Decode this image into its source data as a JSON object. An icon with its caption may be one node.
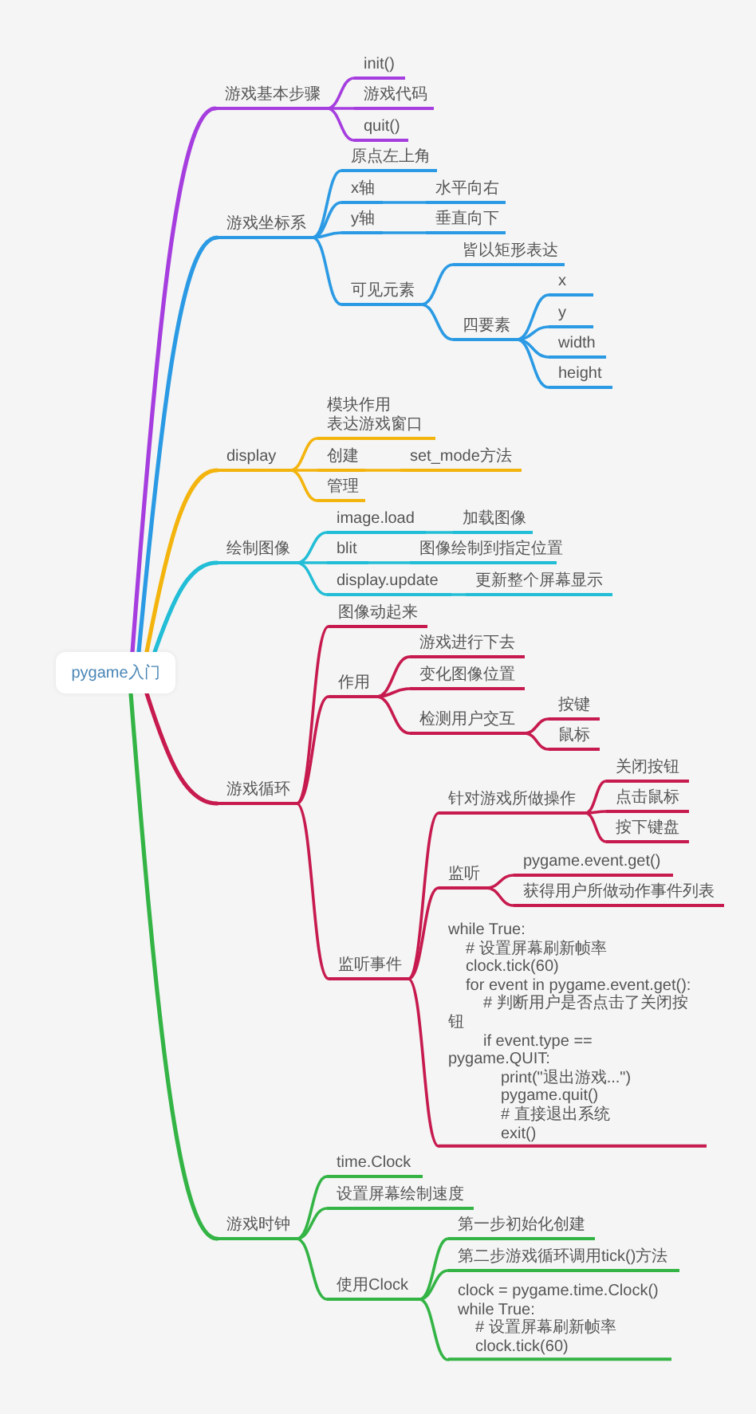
{
  "diagram": {
    "nodes": [
      {
        "text": [
          "pygame入门"
        ]
      },
      {
        "text": [
          "游戏基本步骤"
        ]
      },
      {
        "text": [
          "init()"
        ]
      },
      {
        "text": [
          "游戏代码"
        ]
      },
      {
        "text": [
          "quit()"
        ]
      },
      {
        "text": [
          "游戏坐标系"
        ]
      },
      {
        "text": [
          "原点左上角"
        ]
      },
      {
        "text": [
          "x轴"
        ]
      },
      {
        "text": [
          "水平向右"
        ]
      },
      {
        "text": [
          "y轴"
        ]
      },
      {
        "text": [
          "垂直向下"
        ]
      },
      {
        "text": [
          "可见元素"
        ]
      },
      {
        "text": [
          "皆以矩形表达"
        ]
      },
      {
        "text": [
          "四要素"
        ]
      },
      {
        "text": [
          "x"
        ]
      },
      {
        "text": [
          "y"
        ]
      },
      {
        "text": [
          "width"
        ]
      },
      {
        "text": [
          "height"
        ]
      },
      {
        "text": [
          "display"
        ]
      },
      {
        "text": [
          "模块作用表达游戏窗口"
        ]
      },
      {
        "text": [
          "创建"
        ]
      },
      {
        "text": [
          "set_mode方法"
        ]
      },
      {
        "text": [
          "管理"
        ]
      },
      {
        "text": [
          "绘制图像"
        ]
      },
      {
        "text": [
          "image.load"
        ]
      },
      {
        "text": [
          "加载图像"
        ]
      },
      {
        "text": [
          "blit"
        ]
      },
      {
        "text": [
          "图像绘制到指定位置"
        ]
      },
      {
        "text": [
          "display.update"
        ]
      },
      {
        "text": [
          "更新整个屏幕显示"
        ]
      },
      {
        "text": [
          "游戏循环"
        ]
      },
      {
        "text": [
          "图像动起来"
        ]
      },
      {
        "text": [
          "作用"
        ]
      },
      {
        "text": [
          "游戏进行下去"
        ]
      },
      {
        "text": [
          "变化图像位置"
        ]
      },
      {
        "text": [
          "检测用户交互"
        ]
      },
      {
        "text": [
          "按键"
        ]
      },
      {
        "text": [
          "鼠标"
        ]
      },
      {
        "text": [
          "监听事件"
        ]
      },
      {
        "text": [
          "针对游戏所做操作"
        ]
      },
      {
        "text": [
          "关闭按钮"
        ]
      },
      {
        "text": [
          "点击鼠标"
        ]
      },
      {
        "text": [
          "按下键盘"
        ]
      },
      {
        "text": [
          "监听"
        ]
      },
      {
        "text": [
          "pygame.event.get()"
        ]
      },
      {
        "text": [
          "获得用户所做动作事件列表"
        ]
      },
      {
        "text": [
          "while True:",
          "# 设置屏幕刷新帧率",
          "clock.tick(60)",
          "for event in pygame.event.get():",
          "# 判断用户是否点击了关闭按钮",
          "if event.type == pygame.QUIT:",
          "print(\"退出游戏...\")",
          "pygame.quit()",
          "# 直接退出系统",
          "exit()"
        ]
      },
      {
        "text": [
          "游戏时钟"
        ]
      },
      {
        "text": [
          "time.Clock"
        ]
      },
      {
        "text": [
          "设置屏幕绘制速度"
        ]
      },
      {
        "text": [
          "使用Clock"
        ]
      },
      {
        "text": [
          "第一步初始化创建"
        ]
      },
      {
        "text": [
          "第二步游戏循环调用tick()方法"
        ]
      },
      {
        "text": [
          "clock = pygame.time.Clock()",
          "while True:",
          "# 设置屏幕刷新帧率",
          "clock.tick(60)"
        ]
      }
    ],
    "edges": [
      {
        "from": 0,
        "to": 1,
        "arrow": "none",
        "color": "#a63ddf"
      },
      {
        "from": 1,
        "to": 2,
        "arrow": "none",
        "color": "#a63ddf"
      },
      {
        "from": 1,
        "to": 3,
        "arrow": "none",
        "color": "#a63ddf"
      },
      {
        "from": 1,
        "to": 4,
        "arrow": "none",
        "color": "#a63ddf"
      },
      {
        "from": 0,
        "to": 5,
        "arrow": "none",
        "color": "#2b9ae4"
      },
      {
        "from": 5,
        "to": 6,
        "arrow": "none",
        "color": "#2b9ae4"
      },
      {
        "from": 5,
        "to": 7,
        "arrow": "none",
        "color": "#2b9ae4"
      },
      {
        "from": 7,
        "to": 8,
        "arrow": "none",
        "color": "#2b9ae4"
      },
      {
        "from": 5,
        "to": 9,
        "arrow": "none",
        "color": "#2b9ae4"
      },
      {
        "from": 9,
        "to": 10,
        "arrow": "none",
        "color": "#2b9ae4"
      },
      {
        "from": 5,
        "to": 11,
        "arrow": "none",
        "color": "#2b9ae4"
      },
      {
        "from": 11,
        "to": 12,
        "arrow": "none",
        "color": "#2b9ae4"
      },
      {
        "from": 11,
        "to": 13,
        "arrow": "none",
        "color": "#2b9ae4"
      },
      {
        "from": 13,
        "to": 14,
        "arrow": "none",
        "color": "#2b9ae4"
      },
      {
        "from": 13,
        "to": 15,
        "arrow": "none",
        "color": "#2b9ae4"
      },
      {
        "from": 13,
        "to": 16,
        "arrow": "none",
        "color": "#2b9ae4"
      },
      {
        "from": 13,
        "to": 17,
        "arrow": "none",
        "color": "#2b9ae4"
      },
      {
        "from": 0,
        "to": 18,
        "arrow": "none",
        "color": "#f4b40e"
      },
      {
        "from": 18,
        "to": 19,
        "arrow": "none",
        "color": "#f4b40e"
      },
      {
        "from": 18,
        "to": 20,
        "arrow": "none",
        "color": "#f4b40e"
      },
      {
        "from": 20,
        "to": 21,
        "arrow": "none",
        "color": "#f4b40e"
      },
      {
        "from": 18,
        "to": 22,
        "arrow": "none",
        "color": "#f4b40e"
      },
      {
        "from": 0,
        "to": 23,
        "arrow": "none",
        "color": "#22bdd6"
      },
      {
        "from": 23,
        "to": 24,
        "arrow": "none",
        "color": "#22bdd6"
      },
      {
        "from": 24,
        "to": 25,
        "arrow": "none",
        "color": "#22bdd6"
      },
      {
        "from": 23,
        "to": 26,
        "arrow": "none",
        "color": "#22bdd6"
      },
      {
        "from": 26,
        "to": 27,
        "arrow": "none",
        "color": "#22bdd6"
      },
      {
        "from": 23,
        "to": 28,
        "arrow": "none",
        "color": "#22bdd6"
      },
      {
        "from": 28,
        "to": 29,
        "arrow": "none",
        "color": "#22bdd6"
      },
      {
        "from": 0,
        "to": 30,
        "arrow": "none"
      },
      {
        "from": 30,
        "to": 31,
        "arrow": "none"
      },
      {
        "from": 30,
        "to": 32,
        "arrow": "none"
      },
      {
        "from": 32,
        "to": 33,
        "arrow": "none"
      },
      {
        "from": 32,
        "to": 34,
        "arrow": "none"
      },
      {
        "from": 32,
        "to": 35,
        "arrow": "none"
      },
      {
        "from": 35,
        "to": 36,
        "arrow": "none"
      },
      {
        "from": 35,
        "to": 37,
        "arrow": "none"
      },
      {
        "from": 30,
        "to": 38,
        "arrow": "none"
      },
      {
        "from": 38,
        "to": 39,
        "arrow": "none"
      },
      {
        "from": 39,
        "to": 40,
        "arrow": "none"
      },
      {
        "from": 39,
        "to": 41,
        "arrow": "none"
      },
      {
        "from": 39,
        "to": 42,
        "arrow": "none"
      },
      {
        "from": 38,
        "to": 43,
        "arrow": "none"
      },
      {
        "from": 43,
        "to": 44,
        "arrow": "none"
      },
      {
        "from": 43,
        "to": 45,
        "arrow": "none"
      },
      {
        "from": 38,
        "to": 46,
        "arrow": "none"
      },
      {
        "from": 0,
        "to": 47,
        "arrow": "none",
        "color": "#33b445"
      },
      {
        "from": 47,
        "to": 48,
        "arrow": "none",
        "color": "#33b445"
      },
      {
        "from": 47,
        "to": 49,
        "arrow": "none",
        "color": "#33b445"
      },
      {
        "from": 47,
        "to": 50,
        "arrow": "none",
        "color": "#33b445"
      },
      {
        "from": 50,
        "to": 51,
        "arrow": "none",
        "color": "#33b445"
      },
      {
        "from": 50,
        "to": 52,
        "arrow": "none",
        "color": "#33b445"
      },
      {
        "from": 50,
        "to": 53,
        "arrow": "none",
        "color": "#33b445"
      }
    ]
  }
}
